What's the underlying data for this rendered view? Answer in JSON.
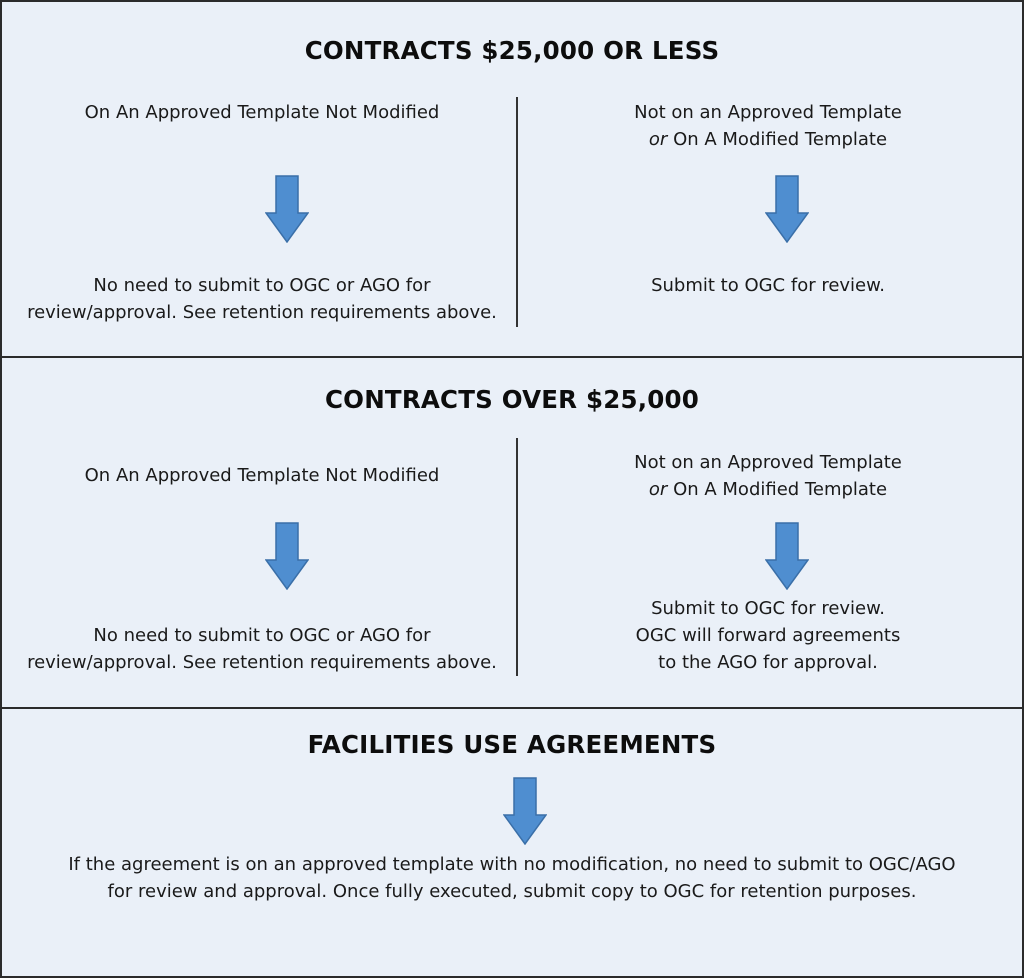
{
  "sections": [
    {
      "title": "CONTRACTS $25,000 OR LESS",
      "left": {
        "heading": "On An Approved Template Not Modified",
        "result_line1": "No need to submit to OGC or AGO for",
        "result_line2": "review/approval.  See retention requirements above."
      },
      "right": {
        "heading_line1": "Not on an Approved Template",
        "heading_or": "or",
        "heading_line2_rest": " On A Modified Template",
        "result_line1": "Submit to OGC for review."
      }
    },
    {
      "title": "CONTRACTS OVER $25,000",
      "left": {
        "heading": "On An Approved Template Not Modified",
        "result_line1": "No need to submit to OGC or AGO for",
        "result_line2": "review/approval.   See retention requirements above."
      },
      "right": {
        "heading_line1": "Not on an Approved Template",
        "heading_or": "or",
        "heading_line2_rest": " On A Modified Template",
        "result_line1": "Submit to OGC for review.",
        "result_line2": "OGC will forward agreements",
        "result_line3": "to the AGO for approval."
      }
    },
    {
      "title": "FACILITIES USE AGREEMENTS",
      "text_line1": "If the agreement is on an approved template with no modification, no need to submit to OGC/AGO",
      "text_line2": "for review and approval.  Once fully executed, submit copy to OGC for retention purposes."
    }
  ],
  "colors": {
    "arrow_fill": "#4f8ed0",
    "arrow_stroke": "#3a6fa8",
    "background": "#eaf0f8",
    "border": "#2b2b2b"
  },
  "icons": {
    "flow_arrow": "down-arrow-icon"
  }
}
